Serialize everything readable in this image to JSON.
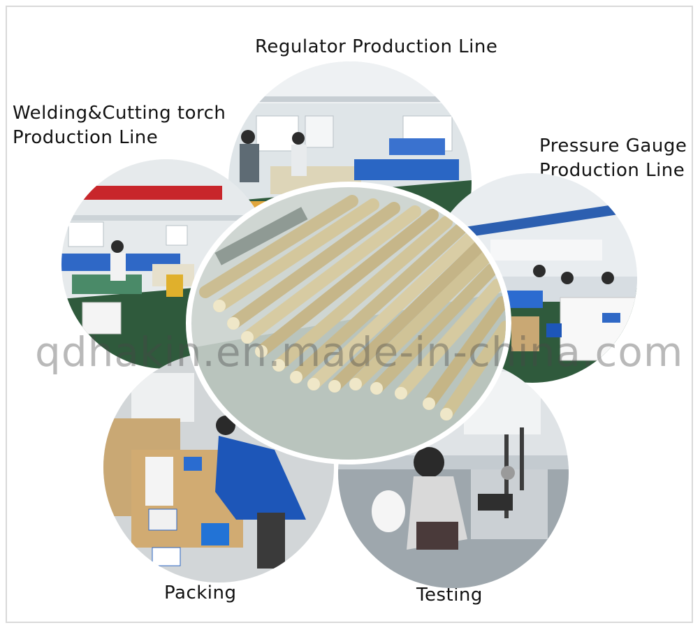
{
  "labels": {
    "regulator": "Regulator Production Line",
    "welding_line1": "Welding&Cutting torch",
    "welding_line2": "Production Line",
    "pressure_line1": "Pressure Gauge",
    "pressure_line2": "Production Line",
    "packing": "Packing",
    "testing": "Testing"
  },
  "watermark": "qdhakin.en.made-in-china.com",
  "colors": {
    "factory_wall": "#e8ecef",
    "factory_floor": "#2f5a3c",
    "brass": "#c9b98a",
    "worker_blue": "#1d56b8",
    "banner_red": "#c8262b",
    "box_tan": "#c9a874"
  }
}
